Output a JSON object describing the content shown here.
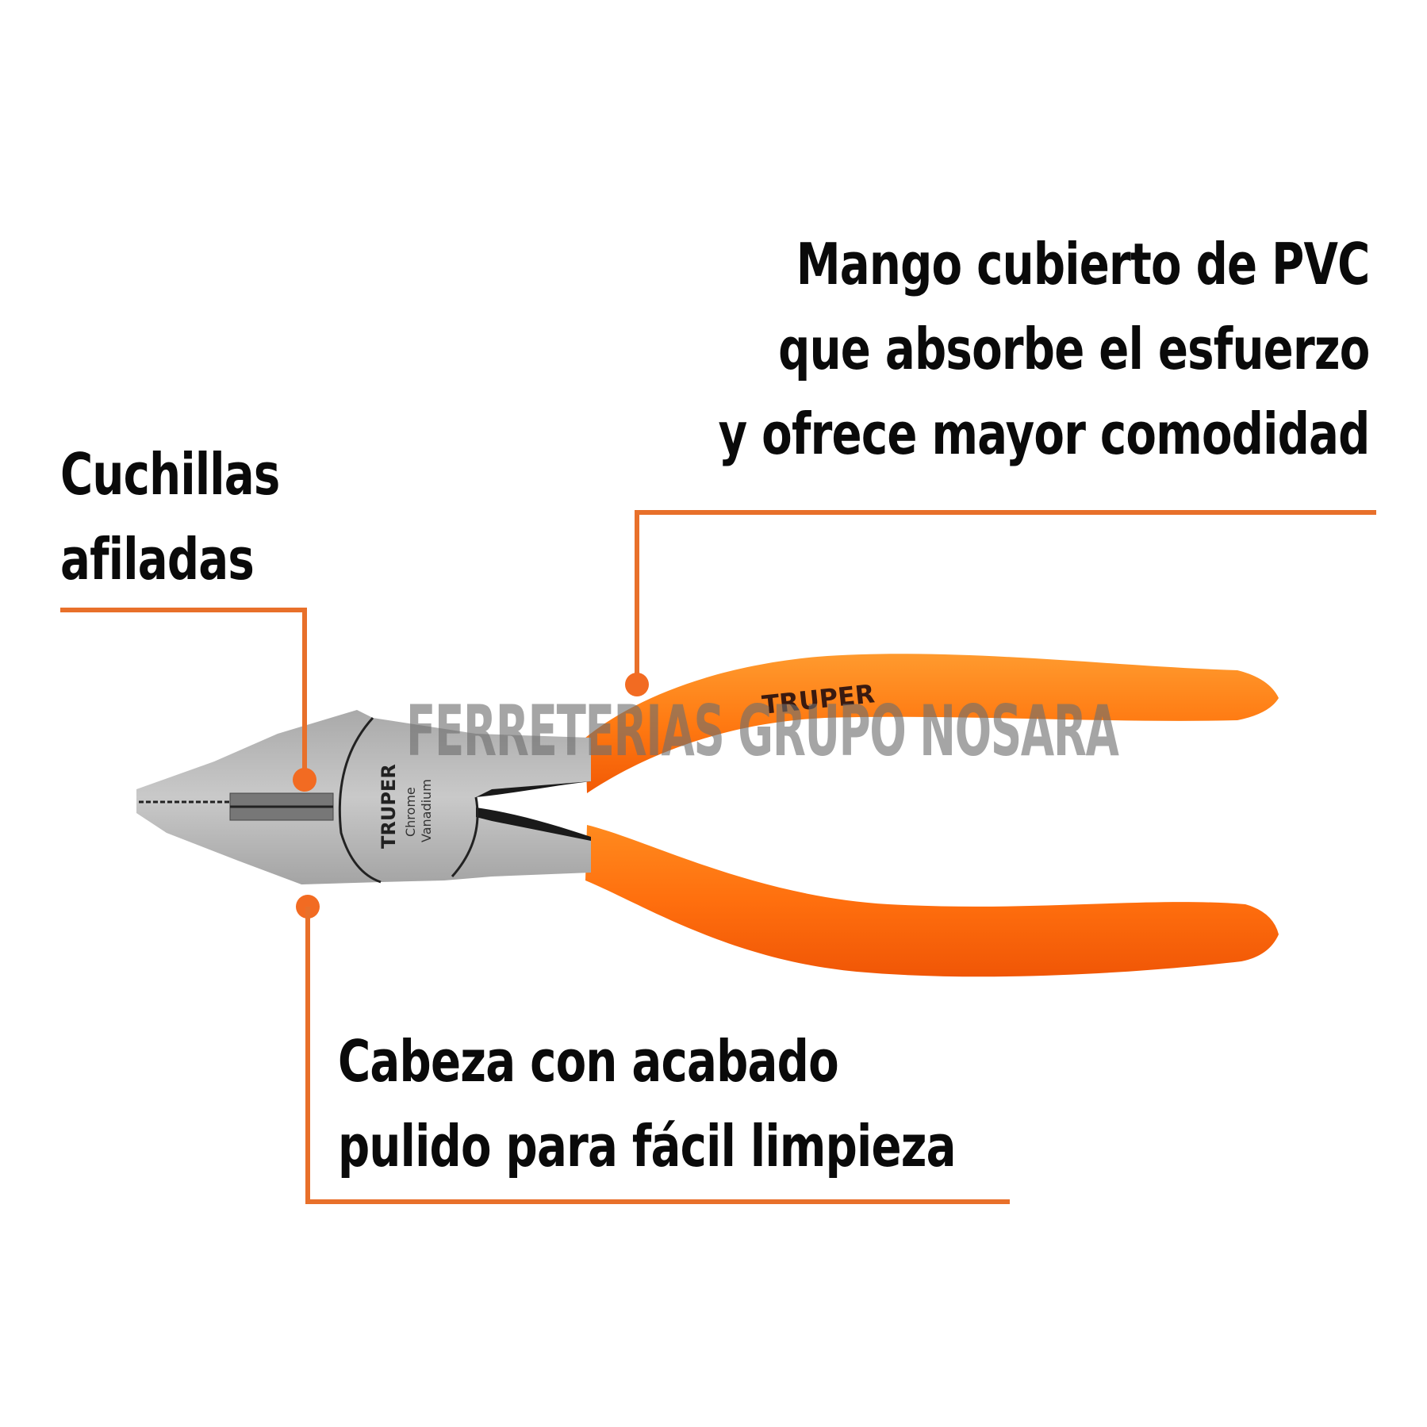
{
  "callouts": {
    "handle": {
      "lines": [
        "Mango cubierto de PVC",
        "que absorbe el esfuerzo",
        "y ofrece mayor comodidad"
      ]
    },
    "blades": {
      "lines": [
        "Cuchillas",
        "afiladas"
      ]
    },
    "head": {
      "lines": [
        "Cabeza con acabado",
        "pulido para fácil limpieza"
      ]
    }
  },
  "product": {
    "name": "Pliers",
    "handle_brand": "TRUPER",
    "head_brand": "TRUPER",
    "head_material_line1": "Chrome",
    "head_material_line2": "Vanadium"
  },
  "watermark": "FERRETERIAS GRUPO NOSARA",
  "colors": {
    "accent": "#e8702a",
    "handle_orange": "#ff7a12",
    "steel": "#b8b8b8",
    "text": "#0a0a0a"
  }
}
